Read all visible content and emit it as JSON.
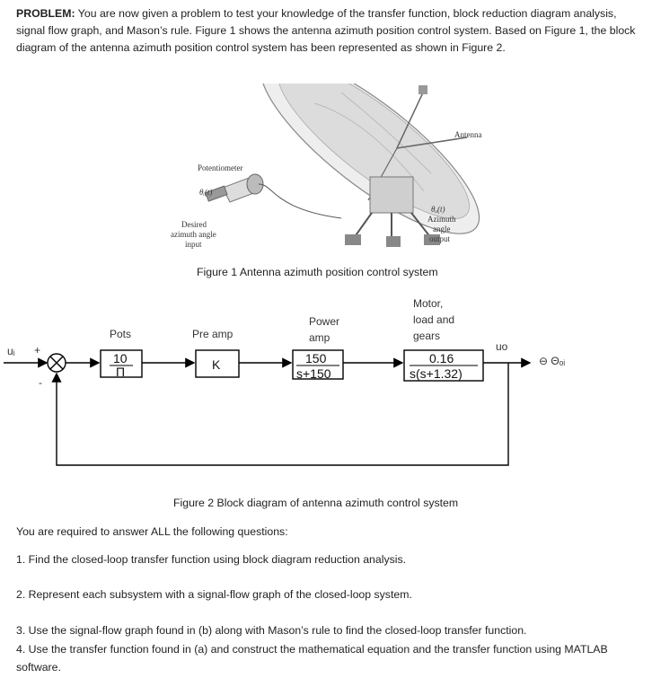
{
  "problem": {
    "label": "PROBLEM:",
    "text": " You are now given a problem to test your knowledge of the transfer function, block reduction diagram analysis, signal flow graph, and Mason’s rule. Figure 1 shows the antenna azimuth position control system. Based on Figure 1, the block diagram of the antenna azimuth position control system has been represented as shown in Figure 2."
  },
  "figure1": {
    "caption": "Figure 1 Antenna azimuth position control system",
    "antenna_label": "Antenna",
    "potentiometer_label": "Potentiometer",
    "theta_i": "θᵢ(t)",
    "desired_1": "Desired",
    "desired_2": "azimuth angle",
    "desired_3": "input",
    "theta_o": "θₒ(t)",
    "azimuth_1": "Azimuth",
    "azimuth_2": "angle",
    "azimuth_3": "output"
  },
  "figure2": {
    "caption": "Figure 2 Block diagram of antenna azimuth control system",
    "input_label": "uᵢ",
    "plus_sign": "+",
    "minus_sign": "-",
    "output_label": "uo",
    "output_extra": "⊖ Θₒᵢ",
    "blocks": [
      {
        "title": "Pots",
        "num": "10",
        "den": "Π"
      },
      {
        "title": "Pre amp",
        "value": "K"
      },
      {
        "title_1": "Power",
        "title_2": "amp",
        "num": "150",
        "den": "s+150"
      },
      {
        "title_1": "Motor,",
        "title_2": "load and",
        "title_3": "gears",
        "num": "0.16",
        "den": "s(s+1.32)"
      }
    ]
  },
  "instructions": "You are required to answer ALL the following questions:",
  "questions": [
    "1. Find the closed-loop transfer function using block diagram reduction analysis.",
    "2. Represent each subsystem with a signal-flow graph of the closed-loop system.",
    "3. Use the signal-flow graph found in (b) along with Mason’s rule to find the closed-loop transfer function.",
    "4. Use the transfer function found in (a) and construct the mathematical equation and the transfer function using MATLAB software."
  ]
}
